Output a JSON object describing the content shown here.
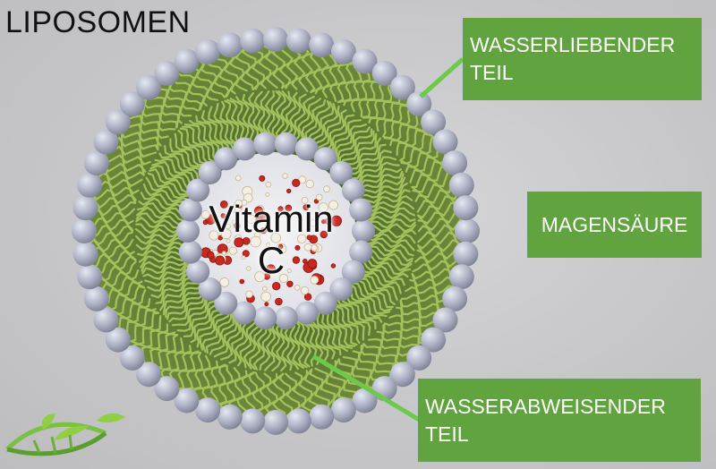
{
  "title": "LIPOSOMEN",
  "labels": {
    "hydrophilic_line1": "WASSERLIEBENDER",
    "hydrophilic_line2": "TEIL",
    "stomach_acid": "MAGENSÄURE",
    "hydrophobic_line1": "WASSERABWEISENDER",
    "hydrophobic_line2": "TEIL"
  },
  "core": {
    "line1": "Vitamin",
    "line2": "C"
  },
  "colors": {
    "label_box": "#61a33f",
    "lipid_head": "#a9adbf",
    "lipid_tail": "#a4c15e",
    "leader_line": "#6cc94a"
  }
}
